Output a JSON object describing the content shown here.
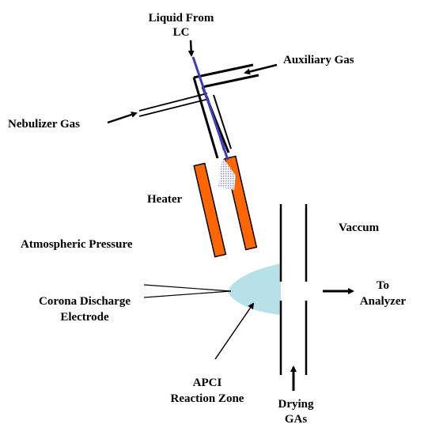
{
  "labels": {
    "liquid_line1": "Liquid From",
    "liquid_line2": "LC",
    "auxiliary_gas": "Auxiliary Gas",
    "nebulizer_gas": "Nebulizer Gas",
    "heater": "Heater",
    "vaccum": "Vaccum",
    "atmospheric_pressure": "Atmospheric Pressure",
    "to_line1": "To",
    "to_line2": "Analyzer",
    "corona_line1": "Corona Discharge",
    "corona_line2": "Electrode",
    "apci_line1": "APCI",
    "apci_line2": "Reaction Zone",
    "drying_line1": "Drying",
    "drying_line2": "GAs"
  },
  "colors": {
    "heater_fill": "#ff6600",
    "reaction_zone_fill": "#b7e1e6",
    "capillary_line": "#3d3dbd",
    "spray_fill": "#8c8cd8",
    "outline": "#000000"
  }
}
